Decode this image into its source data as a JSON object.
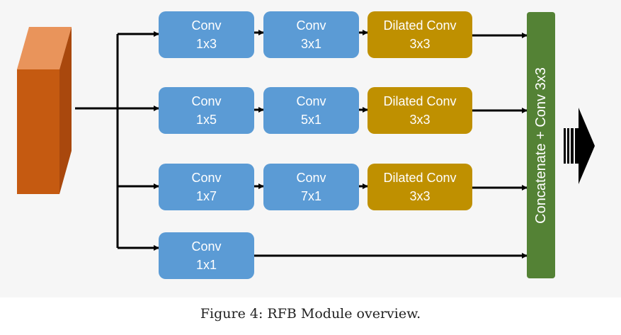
{
  "diagram": {
    "branches": [
      {
        "nodes": [
          {
            "kind": "conv",
            "line1": "Conv",
            "line2": "1x3"
          },
          {
            "kind": "conv",
            "line1": "Conv",
            "line2": "3x1"
          },
          {
            "kind": "dilated",
            "line1": "Dilated Conv",
            "line2": "3x3"
          }
        ]
      },
      {
        "nodes": [
          {
            "kind": "conv",
            "line1": "Conv",
            "line2": "1x5"
          },
          {
            "kind": "conv",
            "line1": "Conv",
            "line2": "5x1"
          },
          {
            "kind": "dilated",
            "line1": "Dilated Conv",
            "line2": "3x3"
          }
        ]
      },
      {
        "nodes": [
          {
            "kind": "conv",
            "line1": "Conv",
            "line2": "1x7"
          },
          {
            "kind": "conv",
            "line1": "Conv",
            "line2": "7x1"
          },
          {
            "kind": "dilated",
            "line1": "Dilated Conv",
            "line2": "3x3"
          }
        ]
      },
      {
        "nodes": [
          {
            "kind": "conv",
            "line1": "Conv",
            "line2": "1x1"
          }
        ]
      }
    ],
    "merge_label": "Concatenate + Conv 3x3",
    "colors": {
      "conv": "#5b9bd5",
      "dilated": "#bf9000",
      "merge": "#548235",
      "input_front": "#c55a11",
      "input_side": "#843c0c",
      "input_top": "#f4b183",
      "wire": "#000000"
    }
  },
  "caption": "Figure 4:  RFB Module overview."
}
